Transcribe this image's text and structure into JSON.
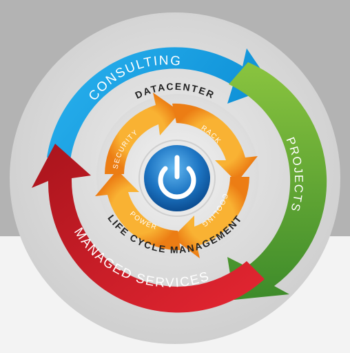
{
  "outer_ring": {
    "top_label": "DATACENTER",
    "bottom_label": "LIFE CYCLE MANAGEMENT"
  },
  "middle_ring": {
    "consulting": "CONSULTING",
    "projects": "PROJECTS",
    "managed_services": "MANAGED SERVICES"
  },
  "inner_ring": {
    "security": "SECURITY",
    "rack": "RACK",
    "cooling": "COOLING",
    "power": "POWER"
  },
  "colors": {
    "consulting": "#1aa3e3",
    "projects": "#5aa532",
    "managed_services": "#d71f2b",
    "inner": "#f39a1f",
    "outer_ring": "#d7d7d7",
    "power_button": "#1c76c2"
  },
  "center_icon": "power-icon"
}
